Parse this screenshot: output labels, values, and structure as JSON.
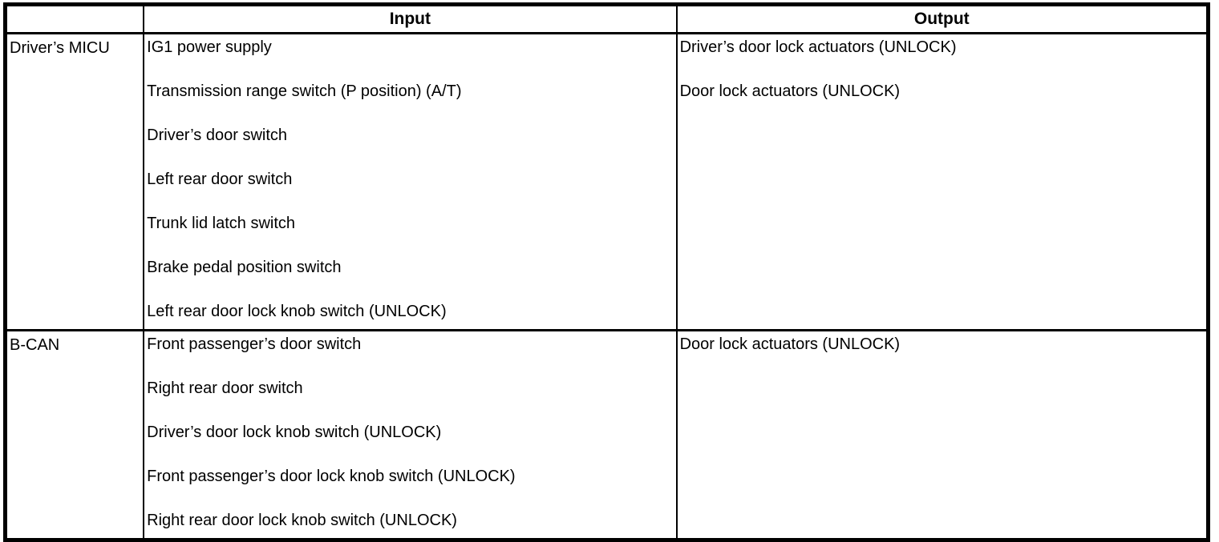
{
  "table": {
    "columns": [
      "",
      "Input",
      "Output"
    ],
    "rows": [
      {
        "source": "Driver’s MICU",
        "inputs": [
          "IG1 power supply",
          "Transmission range switch (P position) (A/T)",
          "Driver’s door switch",
          "Left rear door switch",
          "Trunk lid latch switch",
          "Brake pedal position switch",
          "Left rear door lock knob switch (UNLOCK)"
        ],
        "outputs": [
          "Driver’s door lock actuators (UNLOCK)",
          "Door lock actuators (UNLOCK)"
        ]
      },
      {
        "source": "B-CAN",
        "inputs": [
          "Front passenger’s door switch",
          "Right rear door switch",
          "Driver’s door lock knob switch (UNLOCK)",
          "Front passenger’s door lock knob switch (UNLOCK)",
          "Right rear door lock knob switch (UNLOCK)"
        ],
        "outputs": [
          "Door lock actuators (UNLOCK)"
        ]
      }
    ]
  }
}
